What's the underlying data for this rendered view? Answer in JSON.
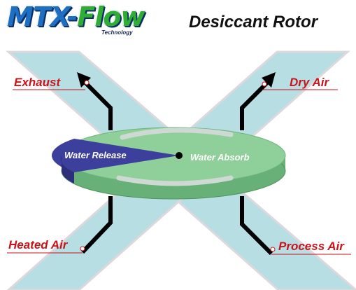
{
  "header": {
    "logo_main": "MTX-",
    "logo_accent": "Flow",
    "logo_sub": "Technology",
    "title": "Desiccant Rotor"
  },
  "labels": {
    "exhaust": "Exhaust",
    "dry_air": "Dry Air",
    "heated_air": "Heated Air",
    "process_air": "Process Air"
  },
  "rotor": {
    "water_release": "Water Release",
    "water_absorb": "Water Absorb"
  },
  "colors": {
    "airstream": "#b7dfe3",
    "rotor_top": "#8fcf99",
    "rotor_side": "#67b077",
    "regen_sector": "#3c3f9c",
    "arrow": "#000000",
    "callout": "#c9141b",
    "logo_blue": "#1d6fc4",
    "logo_green": "#2fae36"
  }
}
